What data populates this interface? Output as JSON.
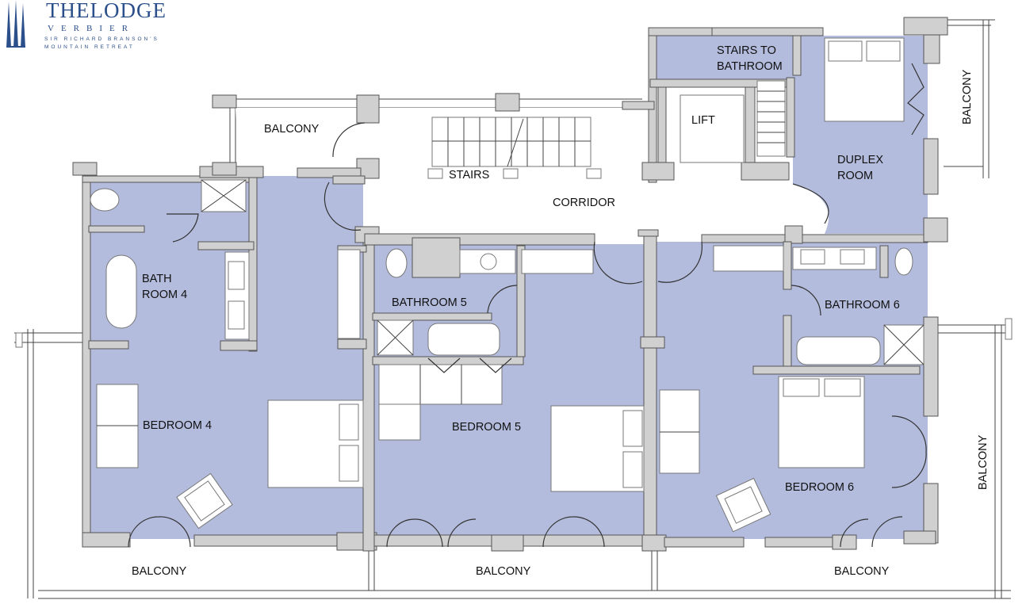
{
  "logo": {
    "title": "THELODGE",
    "subtitle": "VERBIER",
    "tagline_1": "SIR RICHARD BRANSON'S",
    "tagline_2": "MOUNTAIN RETREAT",
    "brand_color": "#2b4f8a"
  },
  "colors": {
    "room_fill": "#b3bcdd",
    "wall_fill": "#d0d0d0",
    "wall_stroke": "#555555"
  },
  "labels": {
    "balcony_top": "BALCONY",
    "stairs": "STAIRS",
    "corridor": "CORRIDOR",
    "stairs_to_bathroom_1": "STAIRS TO",
    "stairs_to_bathroom_2": "BATHROOM",
    "lift": "LIFT",
    "balcony_right_top": "BALCONY",
    "duplex_1": "DUPLEX",
    "duplex_2": "ROOM",
    "bath4_1": "BATH",
    "bath4_2": "ROOM  4",
    "bathroom5": "BATHROOM 5",
    "bathroom6": "BATHROOM 6",
    "bedroom4": "BEDROOM 4",
    "bedroom5": "BEDROOM 5",
    "bedroom6": "BEDROOM 6",
    "balcony_right": "BALCONY",
    "balcony_bottom_left": "BALCONY",
    "balcony_bottom_mid": "BALCONY",
    "balcony_bottom_right": "BALCONY"
  }
}
